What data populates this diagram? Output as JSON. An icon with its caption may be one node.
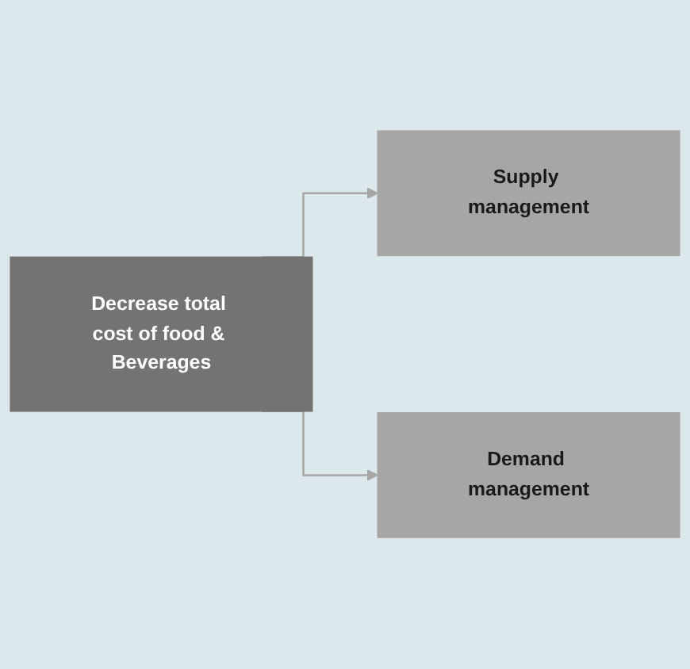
{
  "diagram": {
    "nodes": [
      {
        "text": [
          "Decrease total cost of food & Beverages"
        ]
      },
      {
        "text": [
          "Supply management"
        ]
      },
      {
        "text": [
          "Demand management"
        ]
      }
    ],
    "edges": [
      {
        "from": 0,
        "to": 1,
        "arrow": "to"
      },
      {
        "from": 0,
        "to": 2,
        "arrow": "to"
      }
    ]
  }
}
